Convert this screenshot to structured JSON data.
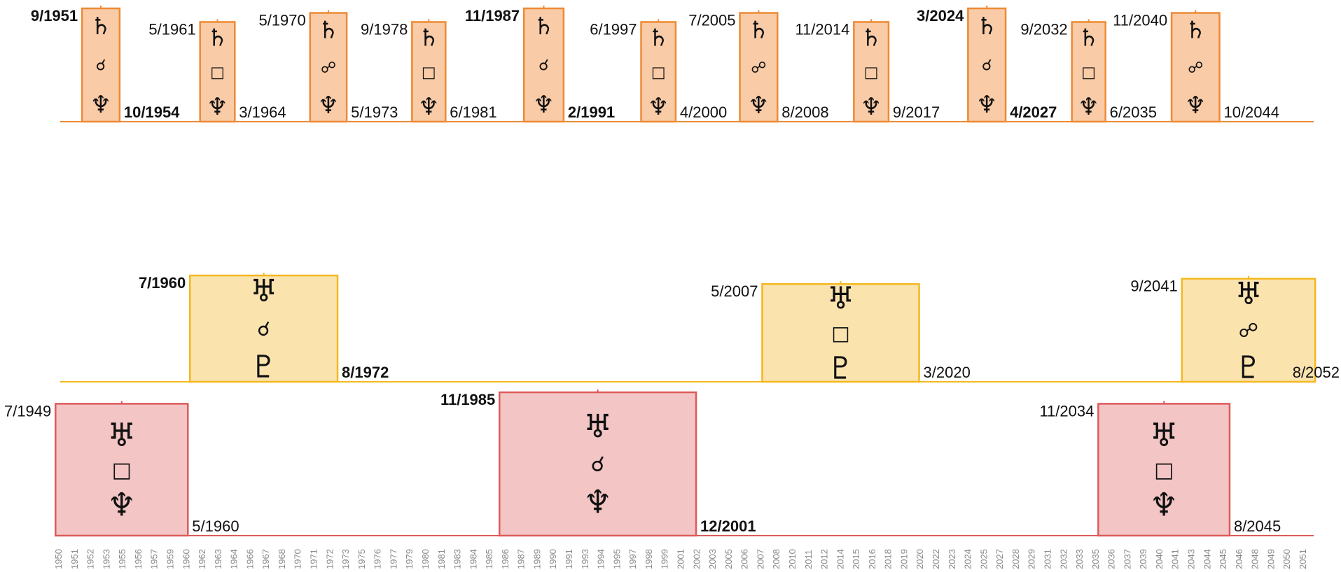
{
  "chart_data": {
    "type": "timeline",
    "x_axis": {
      "range": [
        1950,
        2052
      ],
      "tick_labels": [
        "1950",
        "1951",
        "1952",
        "1953",
        "1955",
        "1956",
        "1957",
        "1959",
        "1960",
        "1962",
        "1963",
        "1964",
        "1966",
        "1967",
        "1968",
        "1970",
        "1971",
        "1972",
        "1973",
        "1975",
        "1976",
        "1977",
        "1979",
        "1980",
        "1981",
        "1983",
        "1984",
        "1985",
        "1986",
        "1987",
        "1989",
        "1990",
        "1991",
        "1993",
        "1994",
        "1995",
        "1997",
        "1998",
        "1999",
        "2001",
        "2002",
        "2003",
        "2005",
        "2006",
        "2007",
        "2008",
        "2010",
        "2011",
        "2012",
        "2014",
        "2015",
        "2016",
        "2018",
        "2019",
        "2020",
        "2022",
        "2023",
        "2024",
        "2025",
        "2027",
        "2028",
        "2029",
        "2031",
        "2032",
        "2033",
        "2035",
        "2036",
        "2037",
        "2039",
        "2040",
        "2041",
        "2043",
        "2044",
        "2045",
        "2046",
        "2048",
        "2049",
        "2050",
        "2051"
      ]
    },
    "lanes": [
      {
        "color": "#f9cba7",
        "stroke": "#ee8a35",
        "events": [
          {
            "start": "9/1951",
            "end": "10/1954",
            "start_year": 1951.67,
            "end_year": 1954.75,
            "height_level": 1.0,
            "bold": true,
            "top": "♄",
            "aspect": "☌",
            "bottom": "♆"
          },
          {
            "start": "5/1961",
            "end": "3/1964",
            "start_year": 1961.33,
            "end_year": 1964.17,
            "height_level": 0.88,
            "bold": false,
            "top": "♄",
            "aspect": "□",
            "bottom": "♆"
          },
          {
            "start": "5/1970",
            "end": "5/1973",
            "start_year": 1970.33,
            "end_year": 1973.33,
            "height_level": 0.96,
            "bold": false,
            "top": "♄",
            "aspect": "☍",
            "bottom": "♆"
          },
          {
            "start": "9/1978",
            "end": "6/1981",
            "start_year": 1978.67,
            "end_year": 1981.42,
            "height_level": 0.88,
            "bold": false,
            "top": "♄",
            "aspect": "□",
            "bottom": "♆"
          },
          {
            "start": "11/1987",
            "end": "2/1991",
            "start_year": 1987.83,
            "end_year": 1991.08,
            "height_level": 1.0,
            "bold": true,
            "top": "♄",
            "aspect": "☌",
            "bottom": "♆"
          },
          {
            "start": "6/1997",
            "end": "4/2000",
            "start_year": 1997.42,
            "end_year": 2000.25,
            "height_level": 0.88,
            "bold": false,
            "top": "♄",
            "aspect": "□",
            "bottom": "♆"
          },
          {
            "start": "7/2005",
            "end": "8/2008",
            "start_year": 2005.5,
            "end_year": 2008.58,
            "height_level": 0.96,
            "bold": false,
            "top": "♄",
            "aspect": "☍",
            "bottom": "♆"
          },
          {
            "start": "11/2014",
            "end": "9/2017",
            "start_year": 2014.83,
            "end_year": 2017.67,
            "height_level": 0.88,
            "bold": false,
            "top": "♄",
            "aspect": "□",
            "bottom": "♆"
          },
          {
            "start": "3/2024",
            "end": "4/2027",
            "start_year": 2024.17,
            "end_year": 2027.25,
            "height_level": 1.0,
            "bold": true,
            "top": "♄",
            "aspect": "☌",
            "bottom": "♆"
          },
          {
            "start": "9/2032",
            "end": "6/2035",
            "start_year": 2032.67,
            "end_year": 2035.42,
            "height_level": 0.88,
            "bold": false,
            "top": "♄",
            "aspect": "□",
            "bottom": "♆"
          },
          {
            "start": "11/2040",
            "end": "10/2044",
            "start_year": 2040.83,
            "end_year": 2044.75,
            "height_level": 0.96,
            "bold": false,
            "top": "♄",
            "aspect": "☍",
            "bottom": "♆"
          }
        ]
      },
      {
        "color": "#fbe3ae",
        "stroke": "#f4b820",
        "events": [
          {
            "start": "7/1960",
            "end": "8/1972",
            "start_year": 1960.5,
            "end_year": 1972.58,
            "height_level": 1.0,
            "bold": true,
            "top": "♅",
            "aspect": "☌",
            "bottom": "♇"
          },
          {
            "start": "5/2007",
            "end": "3/2020",
            "start_year": 2007.33,
            "end_year": 2020.17,
            "height_level": 0.92,
            "bold": false,
            "top": "♅",
            "aspect": "□",
            "bottom": "♇"
          },
          {
            "start": "9/2041",
            "end": "8/2052",
            "start_year": 2041.67,
            "end_year": 2052.58,
            "height_level": 0.97,
            "bold": false,
            "top": "♅",
            "aspect": "☍",
            "bottom": "♇"
          }
        ]
      },
      {
        "color": "#f3c5c5",
        "stroke": "#dd5a5a",
        "events": [
          {
            "start": "7/1949",
            "end": "5/1960",
            "start_year": 1949.5,
            "end_year": 1960.33,
            "height_level": 0.92,
            "bold": false,
            "top": "♅",
            "aspect": "□",
            "bottom": "♆"
          },
          {
            "start": "11/1985",
            "end": "12/2001",
            "start_year": 1985.83,
            "end_year": 2001.92,
            "height_level": 1.0,
            "bold": true,
            "top": "♅",
            "aspect": "☌",
            "bottom": "♆"
          },
          {
            "start": "11/2034",
            "end": "8/2045",
            "start_year": 2034.83,
            "end_year": 2045.58,
            "height_level": 0.92,
            "bold": false,
            "top": "♅",
            "aspect": "□",
            "bottom": "♆"
          }
        ]
      }
    ]
  }
}
